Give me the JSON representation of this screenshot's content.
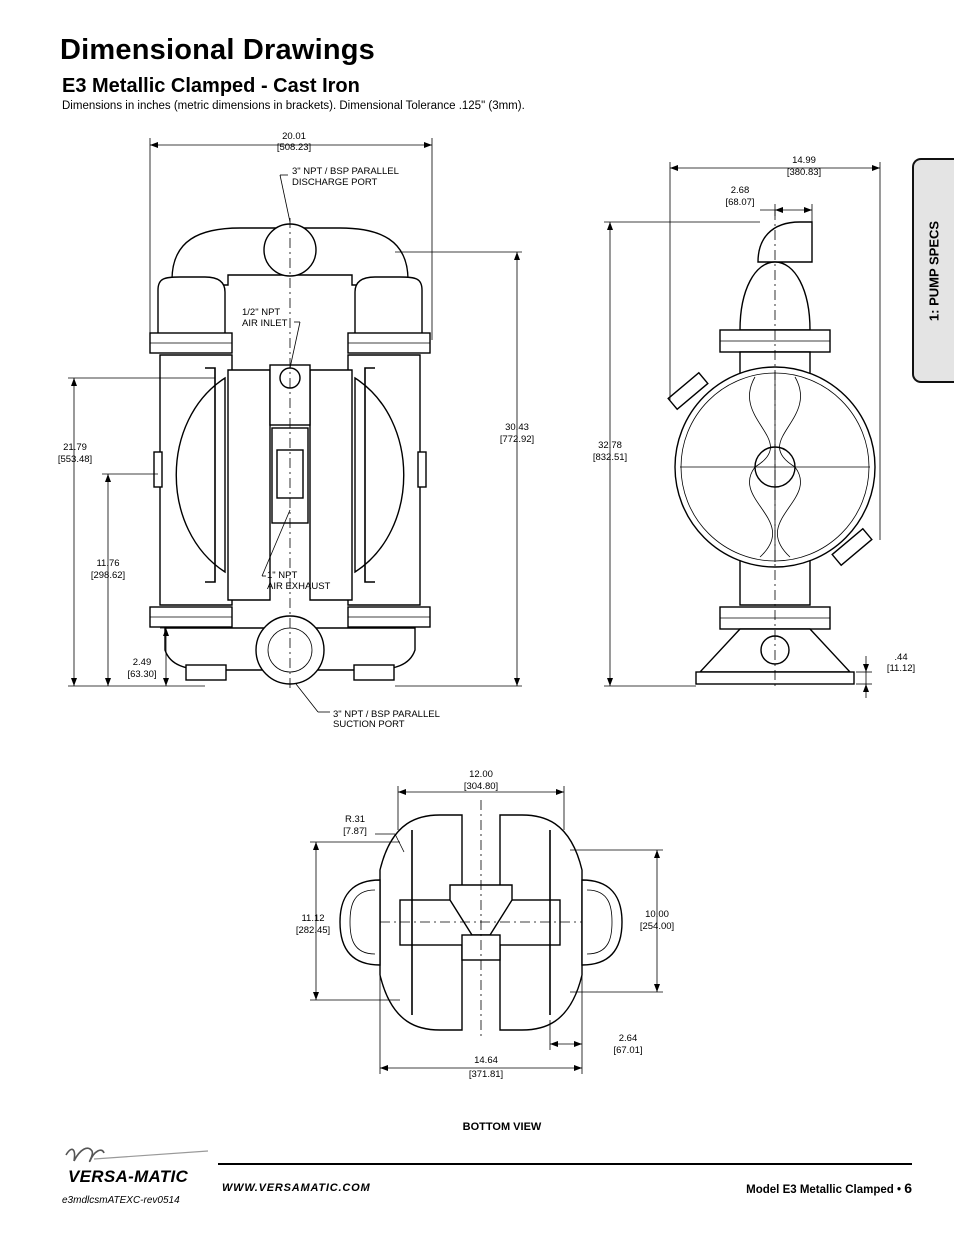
{
  "title": "Dimensional Drawings",
  "subtitle": "E3 Metallic Clamped - Cast Iron",
  "description": "Dimensions in inches (metric dimensions in brackets). Dimensional Tolerance .125\" (3mm).",
  "side_tab": "1: PUMP SPECS",
  "front_view": {
    "width": {
      "in": "20.01",
      "mm": "[508.23]"
    },
    "discharge_1": "3\" NPT / BSP PARALLEL",
    "discharge_2": "DISCHARGE PORT",
    "air_inlet_1": "1/2\" NPT",
    "air_inlet_2": "AIR INLET",
    "height_a": {
      "in": "21.79",
      "mm": "[553.48]"
    },
    "height_b": {
      "in": "11.76",
      "mm": "[298.62]"
    },
    "height_c": {
      "in": "2.49",
      "mm": "[63.30]"
    },
    "height_d": {
      "in": "30.43",
      "mm": "[772.92]"
    },
    "exhaust_1": "1\" NPT",
    "exhaust_2": "AIR EXHAUST",
    "suction_1": "3\" NPT / BSP PARALLEL",
    "suction_2": "SUCTION PORT"
  },
  "side_view": {
    "width": {
      "in": "14.99",
      "mm": "[380.83]"
    },
    "offset": {
      "in": "2.68",
      "mm": "[68.07]"
    },
    "height": {
      "in": "32.78",
      "mm": "[832.51]"
    },
    "base": {
      "in": ".44",
      "mm": "[11.12]"
    }
  },
  "bottom_view": {
    "label": "BOTTOM VIEW",
    "width_a": {
      "in": "12.00",
      "mm": "[304.80]"
    },
    "radius": {
      "in": "R.31",
      "mm": "[7.87]"
    },
    "depth_a": {
      "in": "11.12",
      "mm": "[282.45]"
    },
    "depth_b": {
      "in": "10.00",
      "mm": "[254.00]"
    },
    "offset": {
      "in": "2.64",
      "mm": "[67.01]"
    },
    "width_b": {
      "in": "14.64",
      "mm": "[371.81]"
    }
  },
  "footer": {
    "brand": "VERSA-MATIC",
    "doc_id": "e3mdlcsmATEXC-rev0514",
    "website": "WWW.VERSAMATIC.COM",
    "model": "Model E3 Metallic Clamped •",
    "page": "6"
  }
}
